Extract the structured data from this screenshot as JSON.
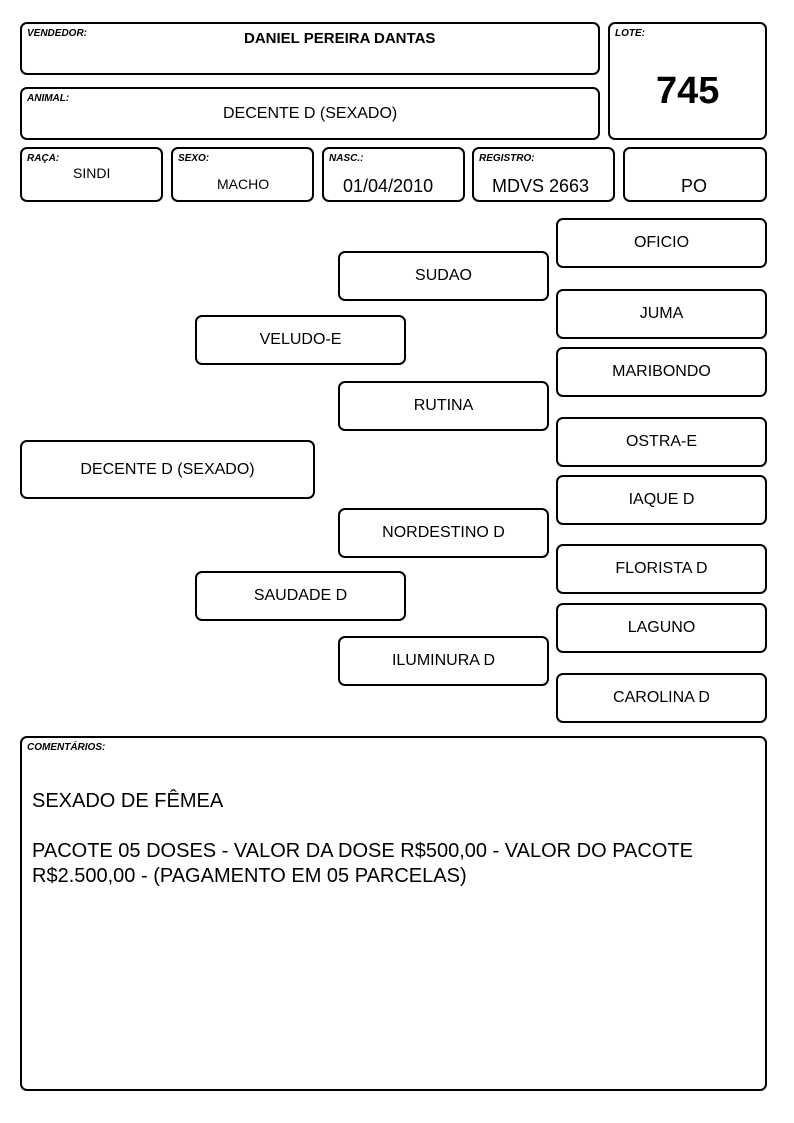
{
  "header": {
    "vendedor_label": "VENDEDOR:",
    "vendedor": "DANIEL PEREIRA DANTAS",
    "lote_label": "LOTE:",
    "lote": "745",
    "animal_label": "ANIMAL:",
    "animal": "DECENTE D (SEXADO)"
  },
  "info": {
    "raca_label": "RAÇA:",
    "raca": "SINDI",
    "sexo_label": "SEXO:",
    "sexo": "MACHO",
    "nasc_label": "NASC.:",
    "nasc": "01/04/2010",
    "registro_label": "REGISTRO:",
    "registro": "MDVS 2663",
    "categoria": "PO"
  },
  "pedigree": {
    "animal": "DECENTE D (SEXADO)",
    "pai": "VELUDO-E",
    "mae": "SAUDADE D",
    "avo_paterno": "SUDAO",
    "avo_paterna": "RUTINA",
    "avo_materno": "NORDESTINO D",
    "avo_materna": "ILUMINURA D",
    "bisavos": [
      "OFICIO",
      "JUMA",
      "MARIBONDO",
      "OSTRA-E",
      "IAQUE D",
      "FLORISTA D",
      "LAGUNO",
      "CAROLINA D"
    ]
  },
  "comments": {
    "label": "COMENTÁRIOS:",
    "line1": "SEXADO DE FÊMEA",
    "line2": "PACOTE 05 DOSES - VALOR DA DOSE R$500,00 - VALOR DO PACOTE R$2.500,00 - (PAGAMENTO EM 05 PARCELAS)"
  }
}
